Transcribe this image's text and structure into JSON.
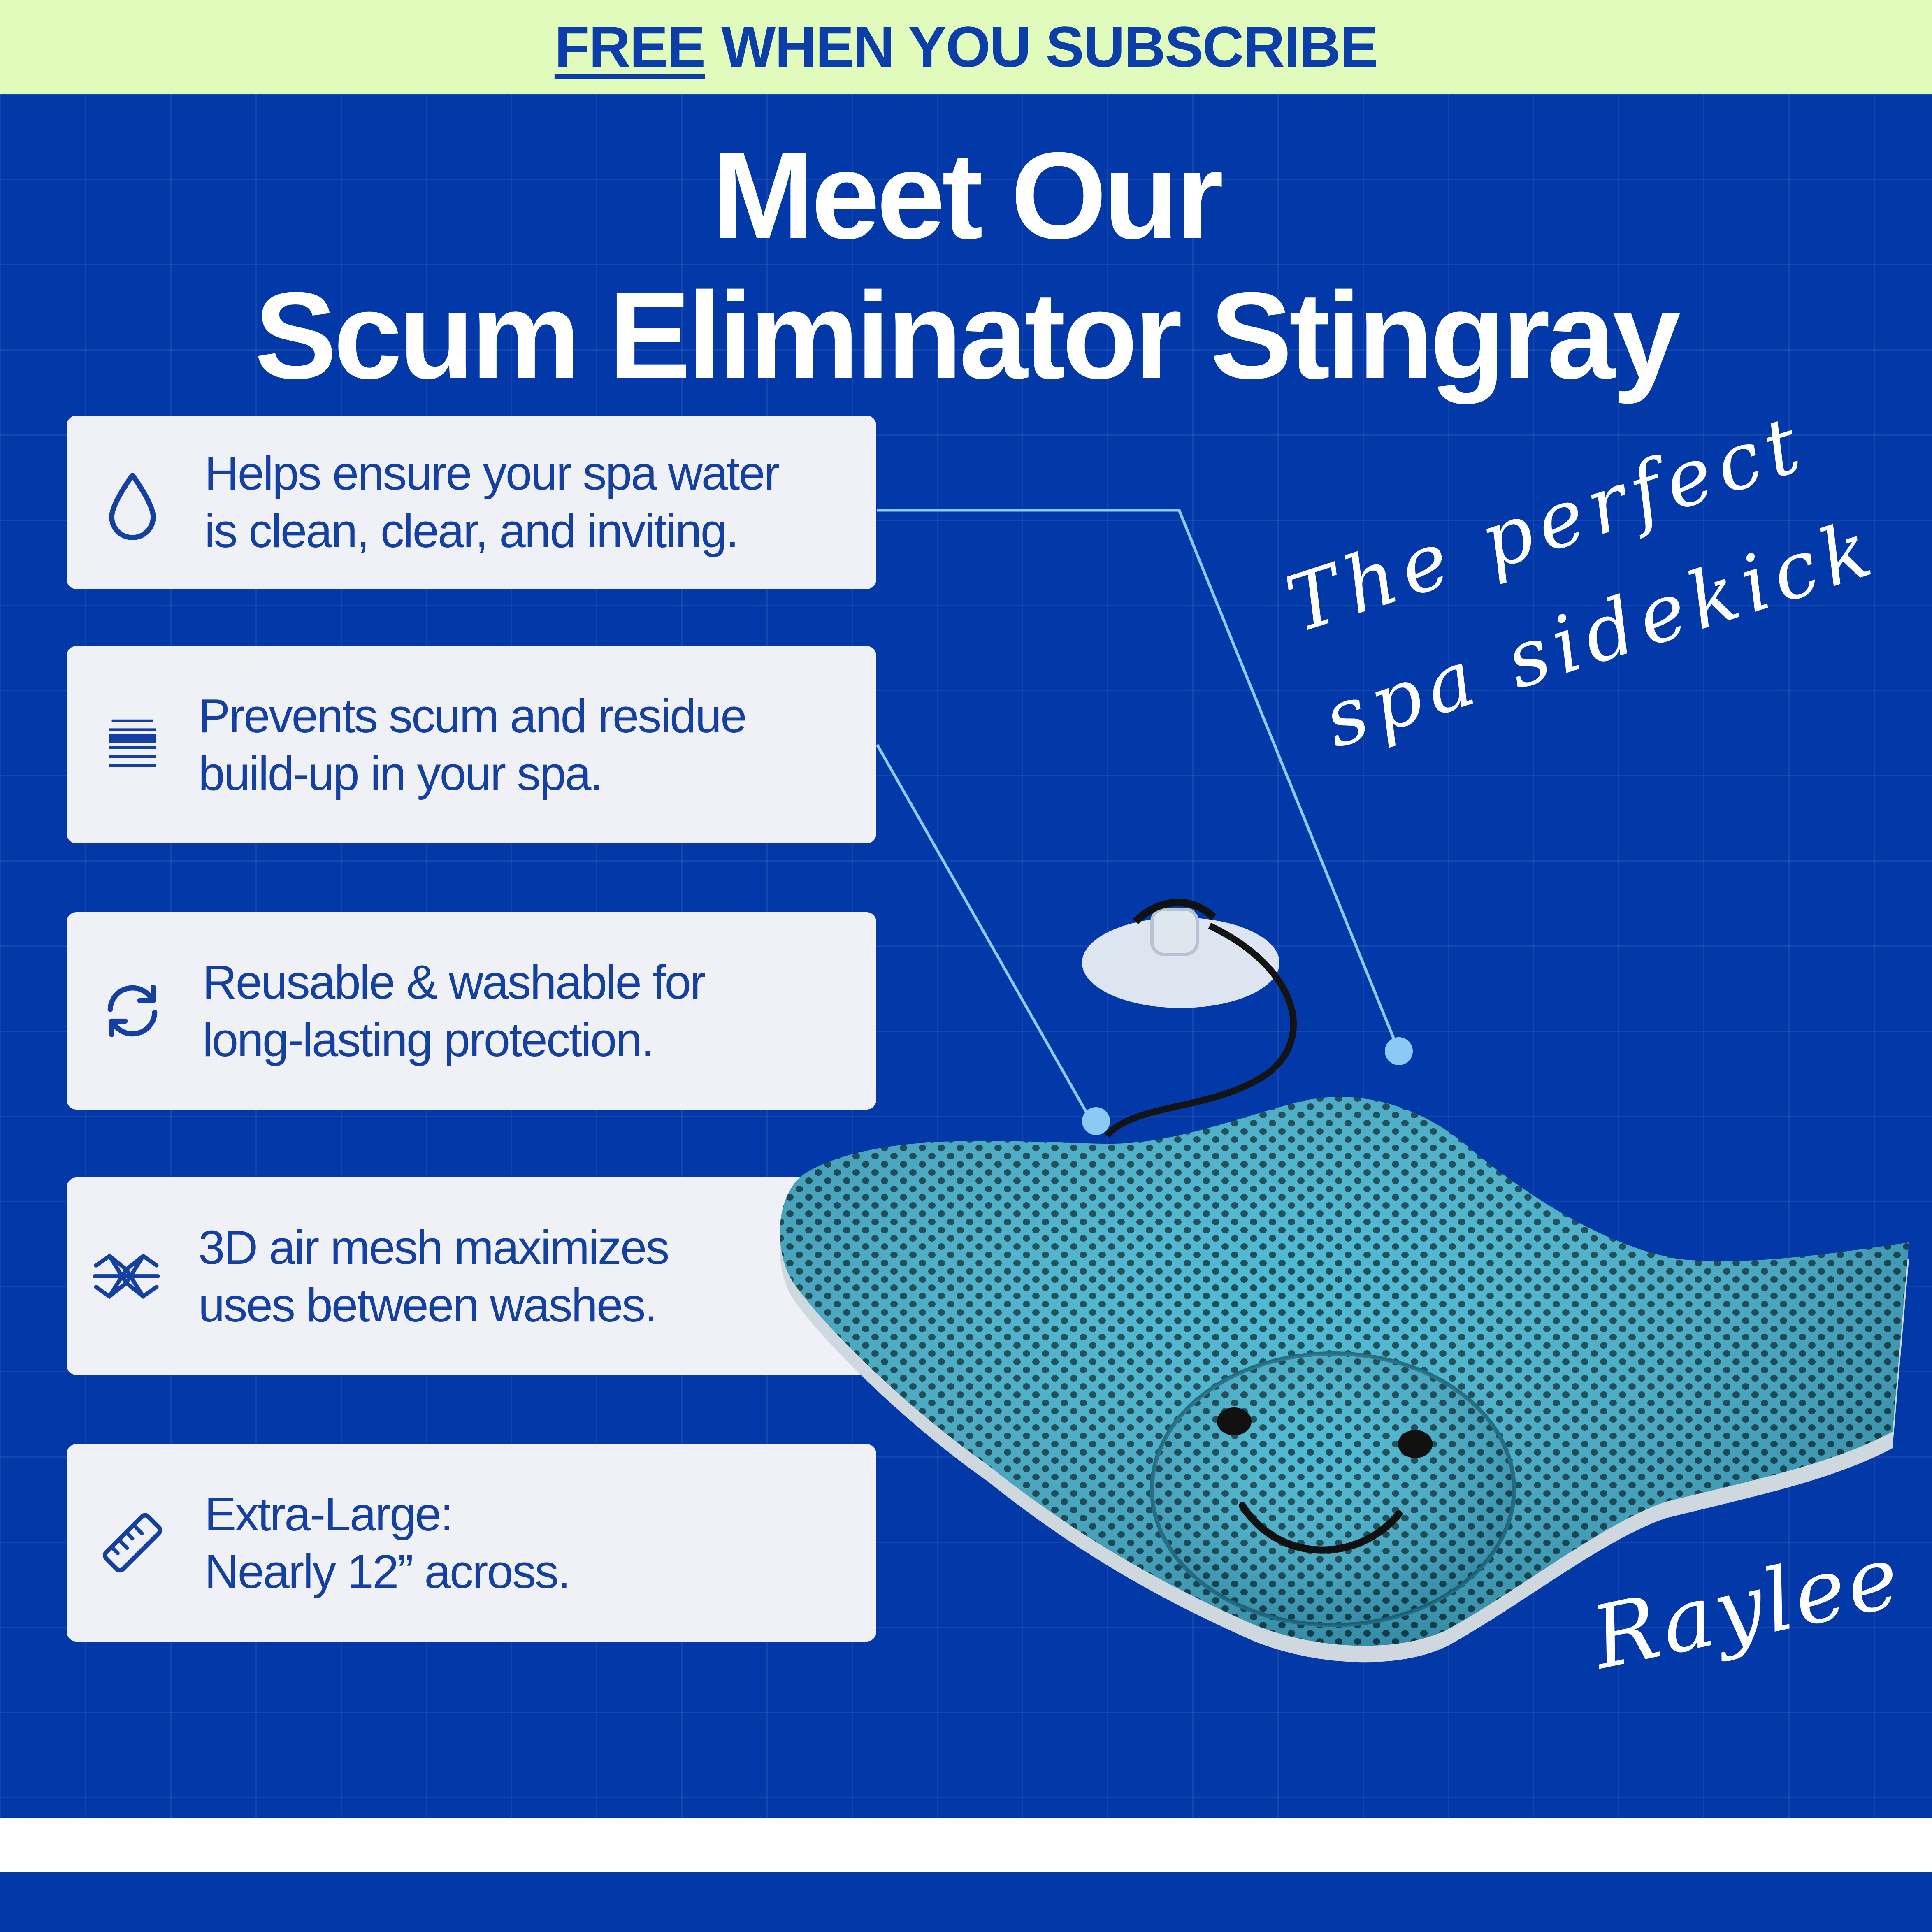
{
  "banner": {
    "free": "FREE",
    "rest": "WHEN YOU SUBSCRIBE"
  },
  "headline": {
    "line1": "Meet Our",
    "line2": "Scum Eliminator Stingray"
  },
  "features": [
    {
      "icon": "water-drop-icon",
      "lines": [
        "Helps ensure your spa water",
        "is clean, clear, and inviting."
      ]
    },
    {
      "icon": "layers-icon",
      "lines": [
        "Prevents scum and residue",
        "build-up in your spa."
      ]
    },
    {
      "icon": "refresh-icon",
      "lines": [
        "Reusable & washable for",
        "long-lasting protection."
      ]
    },
    {
      "icon": "mesh-icon",
      "lines": [
        "3D air mesh maximizes",
        "uses between washes."
      ]
    },
    {
      "icon": "ruler-icon",
      "lines": [
        "Extra-Large:",
        "Nearly 12” across."
      ]
    }
  ],
  "notes": {
    "sidekick_line1": "The perfect",
    "sidekick_line2": "spa sidekick",
    "name": "Raylee"
  },
  "colors": {
    "banner_bg": "#e1fbbd",
    "banner_text": "#0b3ea8",
    "page_bg": "#0238a8",
    "card_bg": "#eff1f6",
    "card_text": "#1440a2",
    "callout_line": "#8ccaf5",
    "stingray": "#2a9bb8"
  }
}
